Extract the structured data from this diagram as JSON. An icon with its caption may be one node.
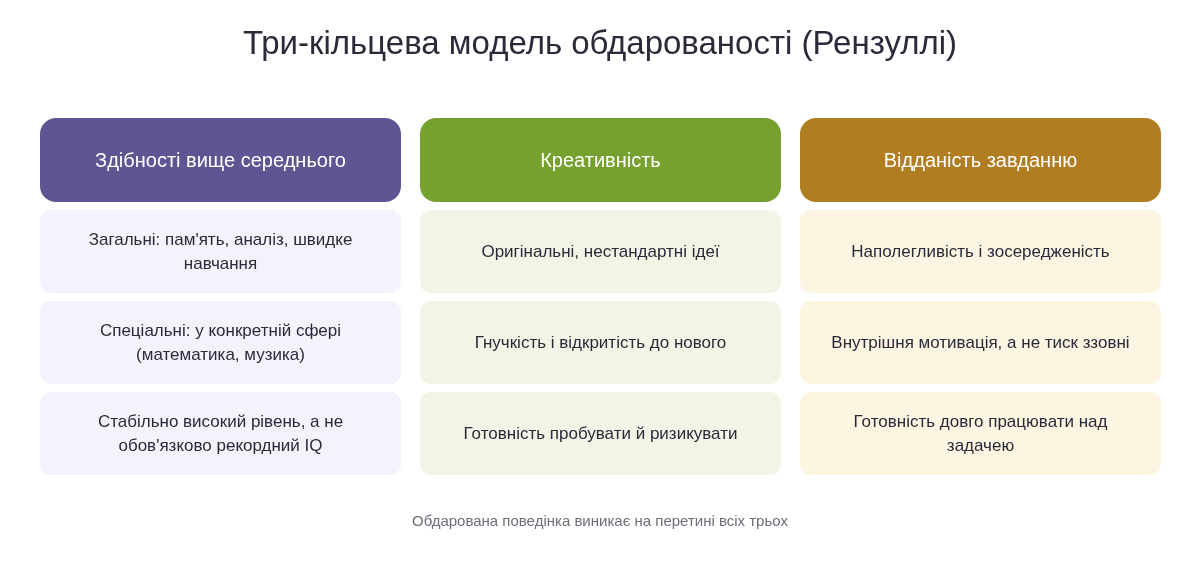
{
  "diagram": {
    "title": "Три-кільцева модель обдарованості (Рензуллі)",
    "caption": "Обдарована поведінка виникає на перетині всіх трьох",
    "nodes": [
      {
        "text": [
          "Здібності вище середнього"
        ]
      },
      {
        "text": [
          "Загальні: пам'ять, аналіз, швидке навчання"
        ]
      },
      {
        "text": [
          "Спеціальні: у конкретній сфері (математика, музика)"
        ]
      },
      {
        "text": [
          "Стабільно високий рівень, а не обов'язково рекордний IQ"
        ]
      },
      {
        "text": [
          "Креативність"
        ]
      },
      {
        "text": [
          "Оригінальні, нестандартні ідеї"
        ]
      },
      {
        "text": [
          "Гнучкість і відкритість до нового"
        ]
      },
      {
        "text": [
          "Готовність пробувати й ризикувати"
        ]
      },
      {
        "text": [
          "Відданість завданню"
        ]
      },
      {
        "text": [
          "Наполегливість і зосередженість"
        ]
      },
      {
        "text": [
          "Внутрішня мотивація, а не тиск ззовні"
        ]
      },
      {
        "text": [
          "Готовність довго працювати над задачею"
        ]
      }
    ]
  }
}
